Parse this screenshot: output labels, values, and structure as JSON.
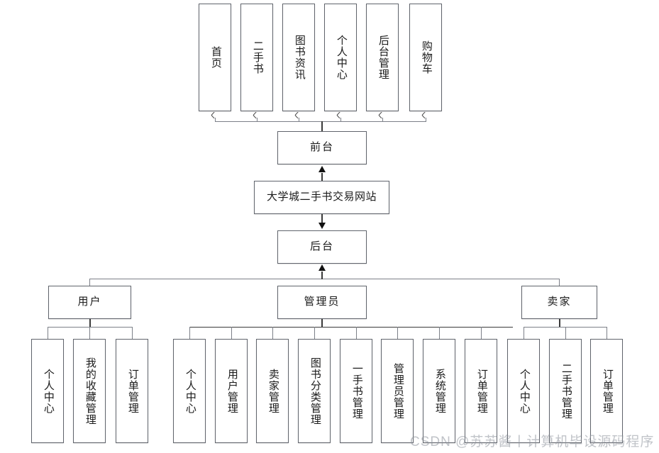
{
  "diagram": {
    "type": "system-structure-tree",
    "title": "大学城二手书交易网站",
    "root": {
      "label": "大学城二手书交易网站"
    },
    "frontend": {
      "label": "前台"
    },
    "backend": {
      "label": "后台"
    },
    "frontend_modules": [
      {
        "label": "首页"
      },
      {
        "label": "二手书"
      },
      {
        "label": "图书资讯"
      },
      {
        "label": "个人中心"
      },
      {
        "label": "后台管理"
      },
      {
        "label": "购物车"
      }
    ],
    "roles": [
      {
        "label": "用户",
        "children": [
          {
            "label": "个人中心"
          },
          {
            "label": "我的收藏管理"
          },
          {
            "label": "订单管理"
          }
        ]
      },
      {
        "label": "管理员",
        "children": [
          {
            "label": "个人中心"
          },
          {
            "label": "用户管理"
          },
          {
            "label": "卖家管理"
          },
          {
            "label": "图书分类管理"
          },
          {
            "label": "一手书管理"
          },
          {
            "label": "管理员管理"
          },
          {
            "label": "系统管理"
          },
          {
            "label": "订单管理"
          }
        ]
      },
      {
        "label": "卖家",
        "children": [
          {
            "label": "个人中心"
          },
          {
            "label": "二手书管理"
          },
          {
            "label": "订单管理"
          }
        ]
      }
    ]
  },
  "watermark": {
    "text": "CSDN @苏苏酱丨计算机毕设源码程序"
  },
  "colors": {
    "box_border": "#60646c",
    "box_fill": "#ffffff",
    "connector": "#3a3a3a",
    "connector_light": "#7c8088",
    "text": "#1a1a1a",
    "watermark": "#8c919b"
  }
}
